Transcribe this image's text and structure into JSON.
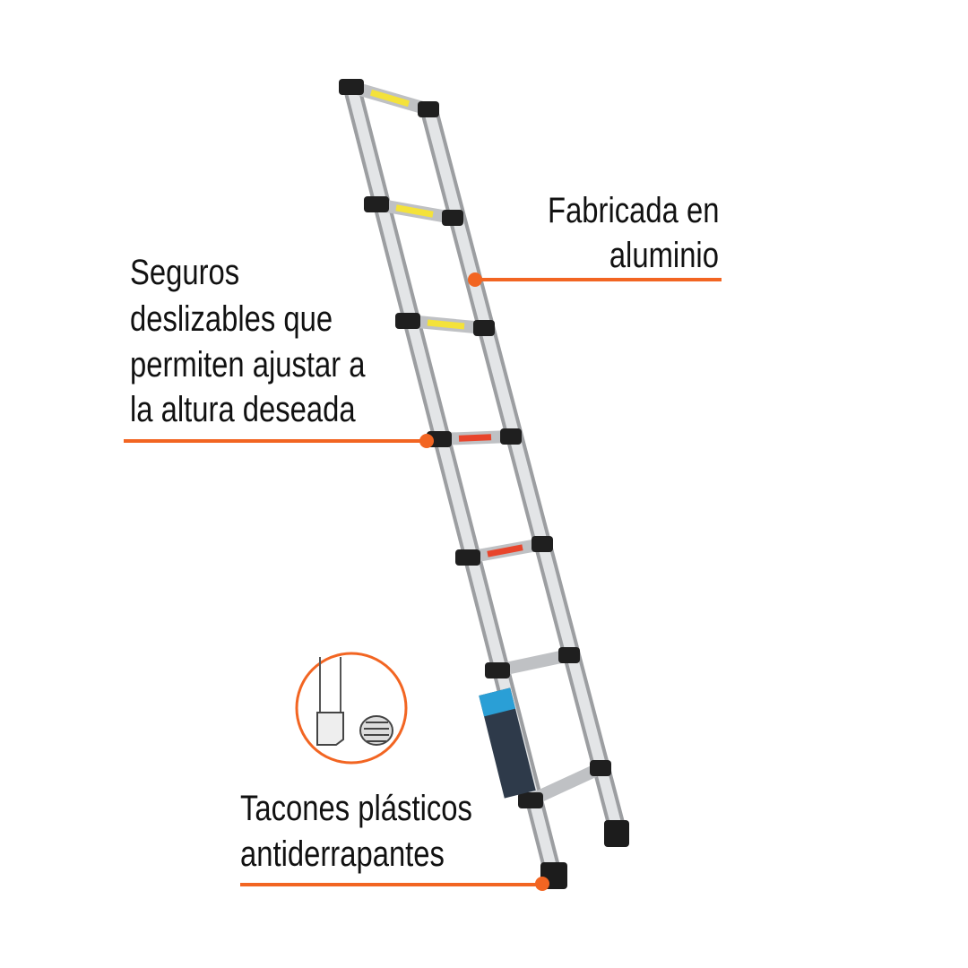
{
  "callouts": {
    "aluminum": {
      "line1": "Fabricada en",
      "line2": "aluminio"
    },
    "locks": {
      "line1": "Seguros",
      "line2": "deslizables que",
      "line3": "permiten ajustar a",
      "line4": "la altura deseada"
    },
    "feet": {
      "line1": "Tacones plásticos",
      "line2": "antiderrapantes"
    }
  },
  "icons": {
    "feet_detail": "ladder-foot-detail-icon"
  },
  "colors": {
    "accent": "#f26522",
    "text": "#111111",
    "rail": "#d9dadc",
    "cap": "#222222"
  }
}
